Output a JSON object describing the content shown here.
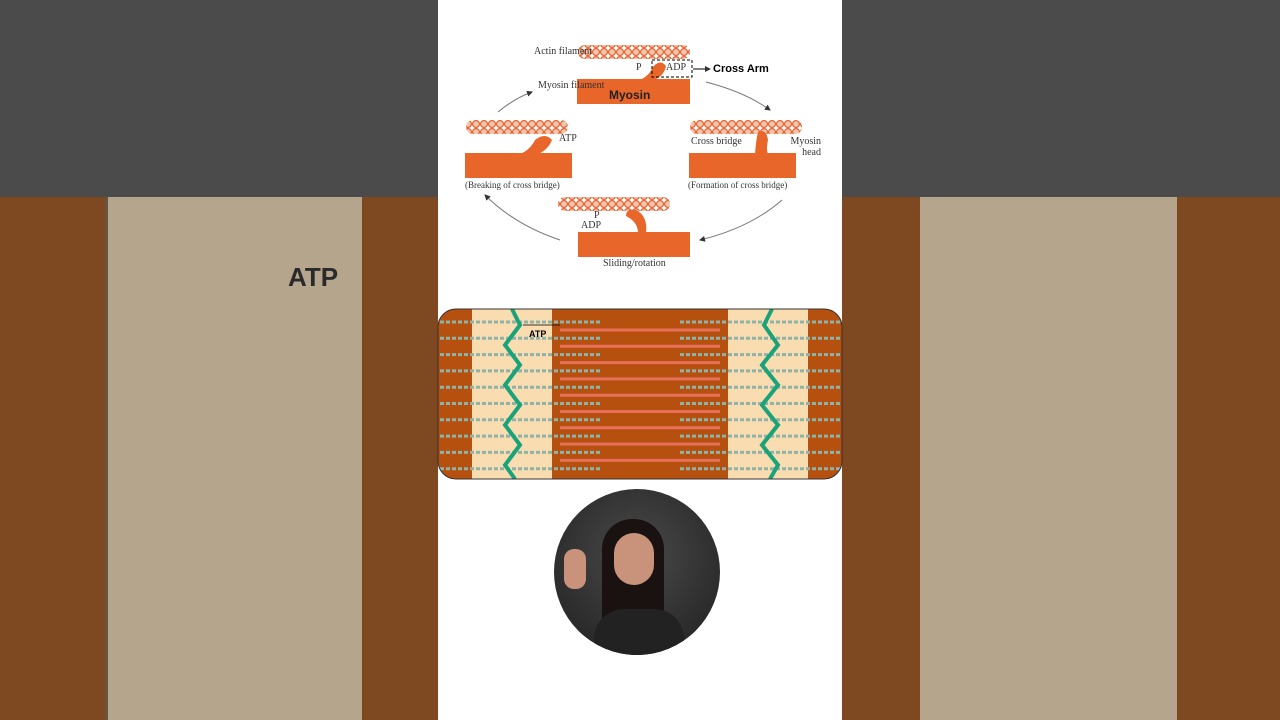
{
  "diagram": {
    "labels": {
      "actin_filament": "Actin filament",
      "myosin_filament": "Myosin filament",
      "p_top": "P",
      "adp_top": "ADP",
      "cross_arm": "Cross Arm",
      "myosin": "Myosin",
      "atp": "ATP",
      "cross_bridge": "Cross bridge",
      "myosin_head": "Myosin head",
      "breaking": "(Breaking of cross bridge)",
      "formation": "(Formation of cross bridge)",
      "p_bottom": "P",
      "adp_bottom": "ADP",
      "sliding": "Sliding/rotation"
    },
    "sarcomere_atp": "ATP",
    "background_atp": "ATP"
  },
  "colors": {
    "muscle": "#e8662a",
    "actin": "#f08a5d",
    "band_dark": "#b5500f",
    "band_light": "#f9dcb0",
    "z_line": "#1aa37a"
  }
}
